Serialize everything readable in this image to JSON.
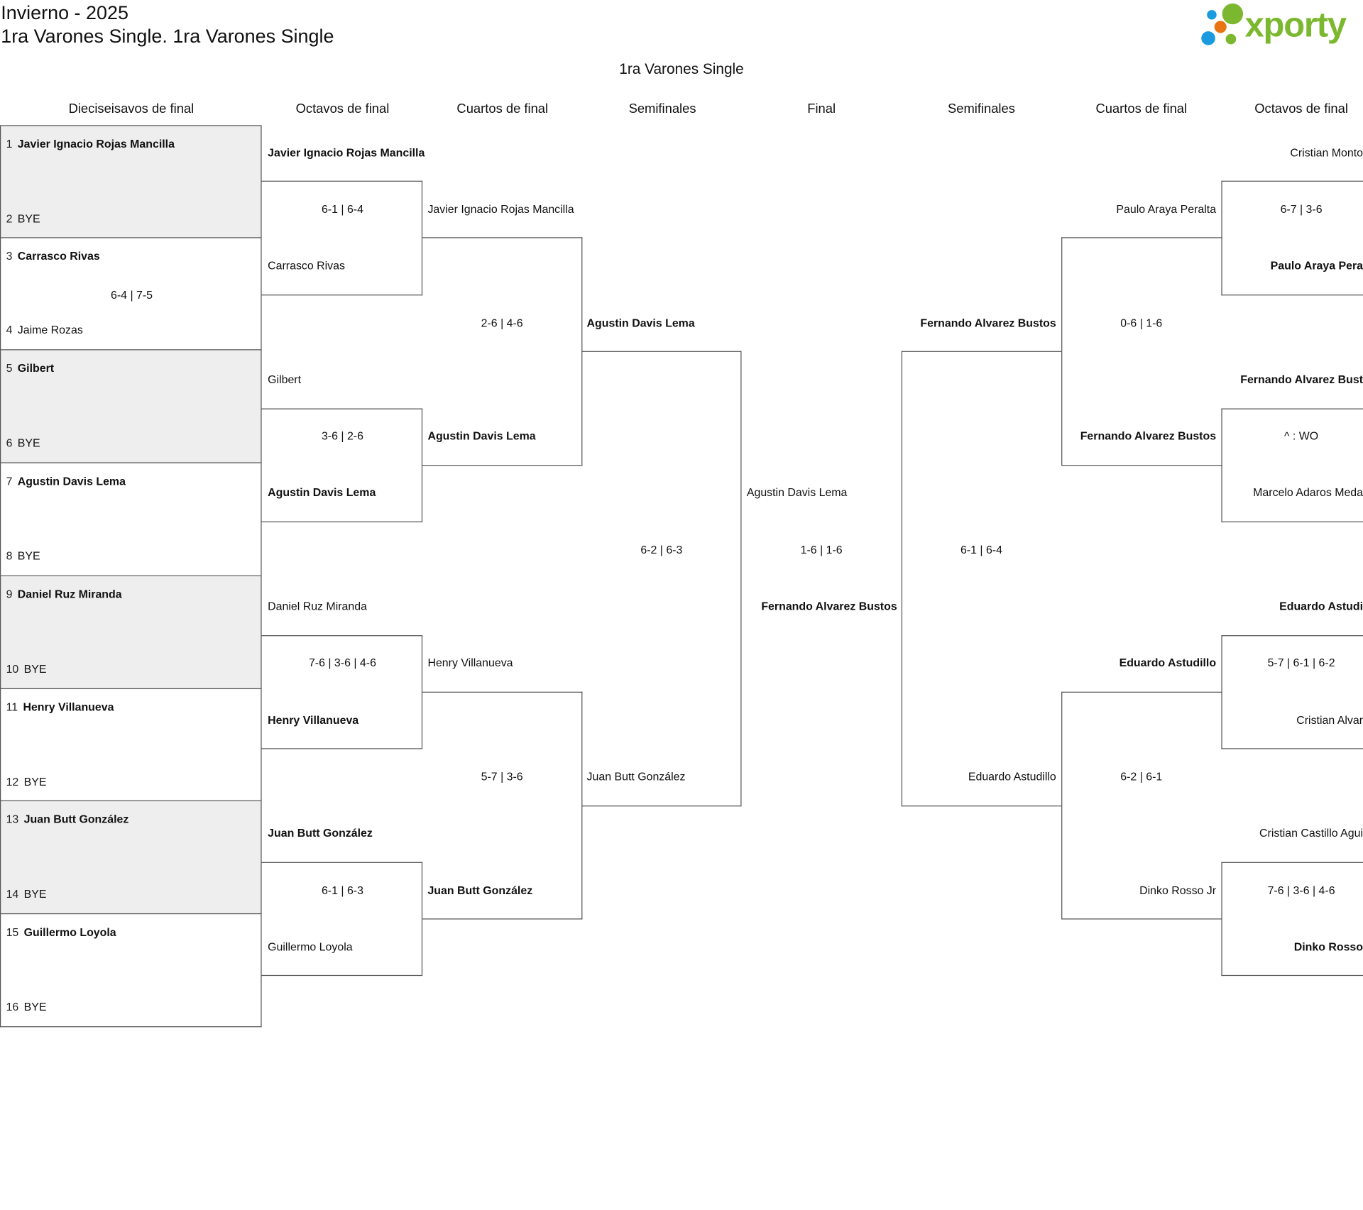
{
  "header": {
    "title": "Invierno - 2025",
    "subtitle": "1ra Varones Single. 1ra Varones Single",
    "bracket_title": "1ra Varones Single",
    "logo_text": "xporty"
  },
  "colors": {
    "green": "#7cb82f",
    "blue": "#1a9be0",
    "orange": "#e87511",
    "row_alt": "#eeeeee"
  },
  "rounds": {
    "left": [
      "Dieciseisavos de final",
      "Octavos de final",
      "Cuartos de final",
      "Semifinales"
    ],
    "final": "Final",
    "right": [
      "Semifinales",
      "Cuartos de final",
      "Octavos de final"
    ]
  },
  "r1": [
    {
      "s1": "1",
      "p1": "Javier Ignacio Rojas Mancilla",
      "s2": "2",
      "p2": "BYE",
      "score": ""
    },
    {
      "s1": "3",
      "p1": "Carrasco Rivas",
      "s2": "4",
      "p2": "Jaime Rozas",
      "score": "6-4 | 7-5"
    },
    {
      "s1": "5",
      "p1": "Gilbert",
      "s2": "6",
      "p2": "BYE",
      "score": ""
    },
    {
      "s1": "7",
      "p1": "Agustin Davis Lema",
      "s2": "8",
      "p2": "BYE",
      "score": ""
    },
    {
      "s1": "9",
      "p1": "Daniel Ruz Miranda",
      "s2": "10",
      "p2": "BYE",
      "score": ""
    },
    {
      "s1": "11",
      "p1": "Henry Villanueva",
      "s2": "12",
      "p2": "BYE",
      "score": ""
    },
    {
      "s1": "13",
      "p1": "Juan Butt González",
      "s2": "14",
      "p2": "BYE",
      "score": ""
    },
    {
      "s1": "15",
      "p1": "Guillermo Loyola",
      "s2": "16",
      "p2": "BYE",
      "score": ""
    }
  ],
  "left_octavos": [
    {
      "p1": "Javier Ignacio Rojas Mancilla",
      "score": "6-1 | 6-4",
      "p2": "Carrasco Rivas"
    },
    {
      "p1": "Gilbert",
      "score": "3-6 | 2-6",
      "p2": "Agustin Davis Lema"
    },
    {
      "p1": "Daniel Ruz Miranda",
      "score": "7-6 | 3-6 | 4-6",
      "p2": "Henry Villanueva"
    },
    {
      "p1": "Juan Butt González",
      "score": "6-1 | 6-3",
      "p2": "Guillermo Loyola"
    }
  ],
  "left_cuartos": [
    {
      "p1": "Javier Ignacio Rojas Mancilla",
      "score": "2-6 | 4-6",
      "p2": "Agustin Davis Lema"
    },
    {
      "p1": "Henry Villanueva",
      "score": "5-7 | 3-6",
      "p2": "Juan Butt González"
    }
  ],
  "left_semi": {
    "p1": "Agustin Davis Lema",
    "score": "6-2 | 6-3",
    "p2": "Juan Butt González"
  },
  "final": {
    "p1": "Agustin Davis Lema",
    "score": "1-6 | 1-6",
    "p2": "Fernando Alvarez Bustos"
  },
  "right_semi": {
    "p1": "Fernando Alvarez Bustos",
    "score": "6-1 | 6-4",
    "p2": "Eduardo Astudillo"
  },
  "right_cuartos": [
    {
      "p1": "Paulo Araya Peralta",
      "score": "0-6 | 1-6",
      "p2": "Fernando Alvarez Bustos"
    },
    {
      "p1": "Eduardo Astudillo",
      "score": "6-2 | 6-1",
      "p2": "Dinko Rosso Jr"
    }
  ],
  "right_octavos": [
    {
      "p1": "Cristian Monto",
      "score": "6-7 | 3-6",
      "p2": "Paulo Araya Pera"
    },
    {
      "p1": "Fernando Alvarez Bust",
      "score": "^ : WO",
      "p2": "Marcelo Adaros Meda"
    },
    {
      "p1": "Eduardo Astudi",
      "score": "5-7 | 6-1 | 6-2",
      "p2": "Cristian Alvar"
    },
    {
      "p1": "Cristian Castillo Agui",
      "score": "7-6 | 3-6 | 4-6",
      "p2": "Dinko Rosso"
    }
  ]
}
